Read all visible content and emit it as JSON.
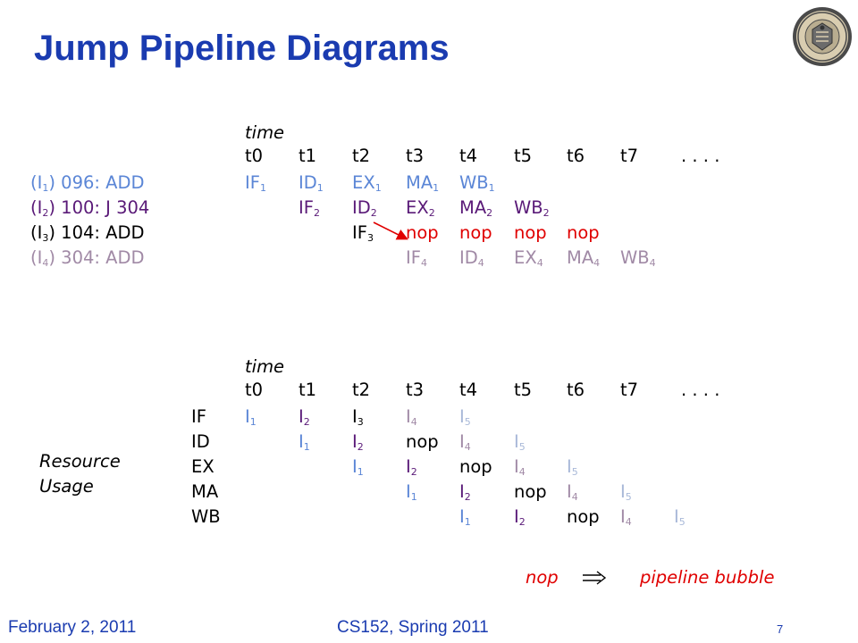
{
  "title": "Jump Pipeline Diagrams",
  "colors": {
    "title": "#1a3bb0",
    "i1": "#5b86d6",
    "i2": "#5a1a78",
    "i3": "#000000",
    "i4": "#a18aa6",
    "i5": "#a8b8d8",
    "nop": "#e00000"
  },
  "icons": {
    "seal": "university-seal-icon",
    "arrow": "red-arrow-icon",
    "implies": "implies-arrow-icon"
  },
  "pipeline": {
    "time_label": "time",
    "time_header": [
      "t0",
      "t1",
      "t2",
      "t3",
      "t4",
      "t5",
      "t6",
      "t7",
      ". . . ."
    ],
    "instructions": [
      {
        "id": "I",
        "sub": "1",
        "rest": ") 096: ADD",
        "color": "i1",
        "stages": [
          {
            "col": 0,
            "t": "IF",
            "s": "1"
          },
          {
            "col": 1,
            "t": "ID",
            "s": "1"
          },
          {
            "col": 2,
            "t": "EX",
            "s": "1"
          },
          {
            "col": 3,
            "t": "MA",
            "s": "1"
          },
          {
            "col": 4,
            "t": "WB",
            "s": "1"
          }
        ]
      },
      {
        "id": "I",
        "sub": "2",
        "rest": ") 100: J 304",
        "color": "i2",
        "stages": [
          {
            "col": 1,
            "t": "IF",
            "s": "2"
          },
          {
            "col": 2,
            "t": "ID",
            "s": "2"
          },
          {
            "col": 3,
            "t": "EX",
            "s": "2"
          },
          {
            "col": 4,
            "t": "MA",
            "s": "2"
          },
          {
            "col": 5,
            "t": "WB",
            "s": "2"
          }
        ]
      },
      {
        "id": "I",
        "sub": "3",
        "rest": ") 104: ADD",
        "color": "i3",
        "stages": [
          {
            "col": 2,
            "t": "IF",
            "s": "3"
          },
          {
            "col": 3,
            "t": "nop",
            "s": "",
            "color": "nop"
          },
          {
            "col": 4,
            "t": "nop",
            "s": "",
            "color": "nop"
          },
          {
            "col": 5,
            "t": "nop",
            "s": "",
            "color": "nop"
          },
          {
            "col": 6,
            "t": "nop",
            "s": "",
            "color": "nop"
          }
        ]
      },
      {
        "id": "I",
        "sub": "4",
        "rest": ") 304: ADD",
        "color": "i4",
        "stages": [
          {
            "col": 3,
            "t": "IF",
            "s": "4"
          },
          {
            "col": 4,
            "t": "ID",
            "s": "4"
          },
          {
            "col": 5,
            "t": "EX",
            "s": "4"
          },
          {
            "col": 6,
            "t": "MA",
            "s": "4"
          },
          {
            "col": 7,
            "t": "WB",
            "s": "4"
          }
        ]
      }
    ]
  },
  "resource": {
    "time_label": "time",
    "time_header": [
      "t0",
      "t1",
      "t2",
      "t3",
      "t4",
      "t5",
      "t6",
      "t7",
      ". . . ."
    ],
    "side_label": [
      "Resource",
      "Usage"
    ],
    "rows": [
      {
        "label": "IF",
        "cells": [
          {
            "col": 0,
            "i": "1"
          },
          {
            "col": 1,
            "i": "2"
          },
          {
            "col": 2,
            "i": "3"
          },
          {
            "col": 3,
            "i": "4"
          },
          {
            "col": 4,
            "i": "5"
          }
        ]
      },
      {
        "label": "ID",
        "cells": [
          {
            "col": 1,
            "i": "1"
          },
          {
            "col": 2,
            "i": "2"
          },
          {
            "col": 3,
            "i": "nop"
          },
          {
            "col": 4,
            "i": "4"
          },
          {
            "col": 5,
            "i": "5"
          }
        ]
      },
      {
        "label": "EX",
        "cells": [
          {
            "col": 2,
            "i": "1"
          },
          {
            "col": 3,
            "i": "2"
          },
          {
            "col": 4,
            "i": "nop"
          },
          {
            "col": 5,
            "i": "4"
          },
          {
            "col": 6,
            "i": "5"
          }
        ]
      },
      {
        "label": "MA",
        "cells": [
          {
            "col": 3,
            "i": "1"
          },
          {
            "col": 4,
            "i": "2"
          },
          {
            "col": 5,
            "i": "nop"
          },
          {
            "col": 6,
            "i": "4"
          },
          {
            "col": 7,
            "i": "5"
          }
        ]
      },
      {
        "label": "WB",
        "cells": [
          {
            "col": 4,
            "i": "1"
          },
          {
            "col": 5,
            "i": "2"
          },
          {
            "col": 6,
            "i": "nop"
          },
          {
            "col": 7,
            "i": "4"
          },
          {
            "col": 8,
            "i": "5"
          }
        ]
      }
    ]
  },
  "legend": {
    "nop": "nop",
    "meaning": "pipeline bubble"
  },
  "footer": {
    "date": "February 2, 2011",
    "course": "CS152, Spring 2011",
    "page": "7"
  }
}
